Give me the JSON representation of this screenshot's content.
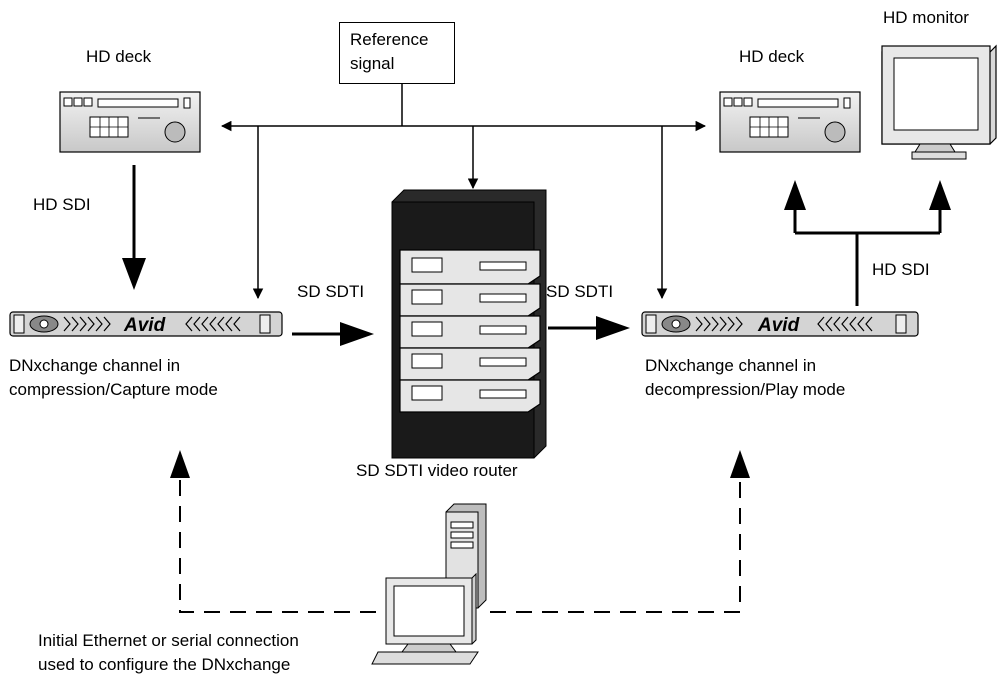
{
  "labels": {
    "hd_deck_left": "HD deck",
    "hd_deck_right": "HD deck",
    "hd_monitor": "HD monitor",
    "reference_line1": "Reference",
    "reference_line2": "signal",
    "hd_sdi_left": "HD SDI",
    "hd_sdi_right": "HD SDI",
    "sd_sdti_left": "SD SDTI",
    "sd_sdti_right": "SD SDTI",
    "left_channel_line1": "DNxchange channel in",
    "left_channel_line2": "compression/Capture mode",
    "right_channel_line1": "DNxchange channel in",
    "right_channel_line2": "decompression/Play mode",
    "router": "SD SDTI video router",
    "ethernet_line1": "Initial Ethernet or serial connection",
    "ethernet_line2": "used to configure the DNxchange"
  },
  "devices": {
    "avid_logo_left": "Avid",
    "avid_logo_right": "Avid"
  }
}
